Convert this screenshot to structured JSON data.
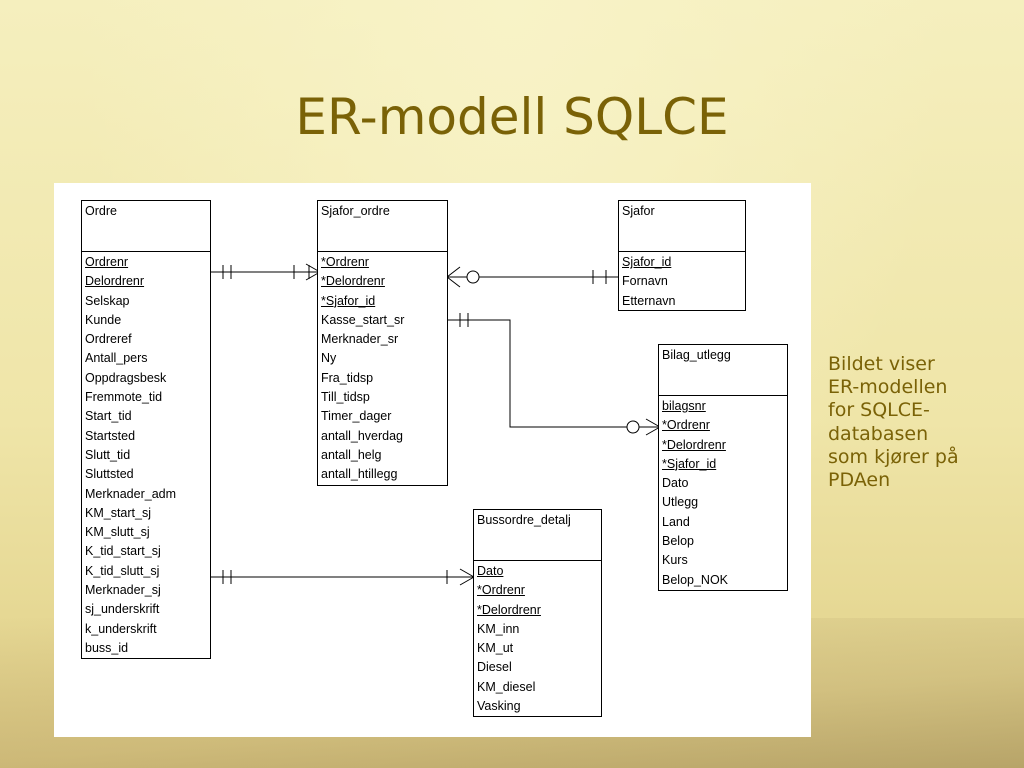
{
  "slide": {
    "title": "ER-modell SQLCE",
    "caption_lines": [
      "Bildet viser",
      "ER-modellen",
      "for SQLCE-",
      "databasen",
      "som kjører på",
      "PDAen"
    ]
  },
  "colors": {
    "title": "#7a6207",
    "caption": "#7a6207",
    "line": "#000000"
  },
  "entities": {
    "ordre": {
      "name": "Ordre",
      "attrs": [
        {
          "t": "Ordrenr",
          "pk": true
        },
        {
          "t": "Delordrenr",
          "pk": true
        },
        {
          "t": "Selskap"
        },
        {
          "t": "Kunde"
        },
        {
          "t": "Ordreref"
        },
        {
          "t": "Antall_pers"
        },
        {
          "t": "Oppdragsbesk"
        },
        {
          "t": "Fremmote_tid"
        },
        {
          "t": "Start_tid"
        },
        {
          "t": "Startsted"
        },
        {
          "t": "Slutt_tid"
        },
        {
          "t": "Sluttsted"
        },
        {
          "t": "Merknader_adm"
        },
        {
          "t": "KM_start_sj"
        },
        {
          "t": "KM_slutt_sj"
        },
        {
          "t": "K_tid_start_sj"
        },
        {
          "t": "K_tid_slutt_sj"
        },
        {
          "t": "Merknader_sj"
        },
        {
          "t": "sj_underskrift"
        },
        {
          "t": "k_underskrift"
        },
        {
          "t": "buss_id"
        }
      ]
    },
    "sjafor_ordre": {
      "name": "Sjafor_ordre",
      "attrs": [
        {
          "t": "*Ordrenr",
          "pk": true
        },
        {
          "t": "*Delordrenr",
          "pk": true
        },
        {
          "t": "*Sjafor_id",
          "pk": true
        },
        {
          "t": "Kasse_start_sr"
        },
        {
          "t": "Merknader_sr"
        },
        {
          "t": "Ny"
        },
        {
          "t": "Fra_tidsp"
        },
        {
          "t": "Till_tidsp"
        },
        {
          "t": "Timer_dager"
        },
        {
          "t": "antall_hverdag"
        },
        {
          "t": "antall_helg"
        },
        {
          "t": "antall_htillegg"
        }
      ]
    },
    "sjafor": {
      "name": "Sjafor",
      "attrs": [
        {
          "t": "Sjafor_id",
          "pk": true
        },
        {
          "t": "Fornavn"
        },
        {
          "t": "Etternavn"
        }
      ]
    },
    "bilag_utlegg": {
      "name": "Bilag_utlegg",
      "attrs": [
        {
          "t": "bilagsnr",
          "pk": true
        },
        {
          "t": "*Ordrenr",
          "pk": true
        },
        {
          "t": "*Delordrenr",
          "pk": true
        },
        {
          "t": "*Sjafor_id",
          "pk": true
        },
        {
          "t": "Dato"
        },
        {
          "t": "Utlegg"
        },
        {
          "t": "Land"
        },
        {
          "t": "Belop"
        },
        {
          "t": "Kurs"
        },
        {
          "t": "Belop_NOK"
        }
      ]
    },
    "bussordre_detalj": {
      "name": "Bussordre_detalj",
      "attrs": [
        {
          "t": "Dato",
          "pk": true
        },
        {
          "t": "*Ordrenr",
          "pk": true
        },
        {
          "t": "*Delordrenr",
          "pk": true
        },
        {
          "t": "KM_inn"
        },
        {
          "t": "KM_ut"
        },
        {
          "t": "Diesel"
        },
        {
          "t": "KM_diesel"
        },
        {
          "t": "Vasking"
        }
      ]
    }
  }
}
